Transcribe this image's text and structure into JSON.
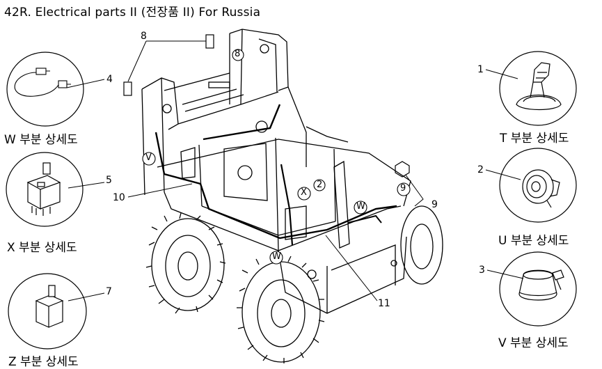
{
  "title": "42R. Electrical parts II (전장품 II) For Russia",
  "captions": {
    "w": "W 부분 상세도",
    "x": "X 부분 상세도",
    "z": "Z 부분 상세도",
    "t": "T 부분 상세도",
    "u": "U 부분 상세도",
    "v": "V 부분 상세도"
  },
  "callouts": {
    "n1": "1",
    "n2": "2",
    "n3": "3",
    "n4": "4",
    "n5": "5",
    "n7": "7",
    "n8": "8",
    "n9": "9",
    "n10": "10",
    "n11": "11"
  },
  "markers": {
    "m8": "8",
    "m9": "9",
    "m2": "2",
    "v": "V",
    "x": "X",
    "w1": "W",
    "w2": "W"
  }
}
